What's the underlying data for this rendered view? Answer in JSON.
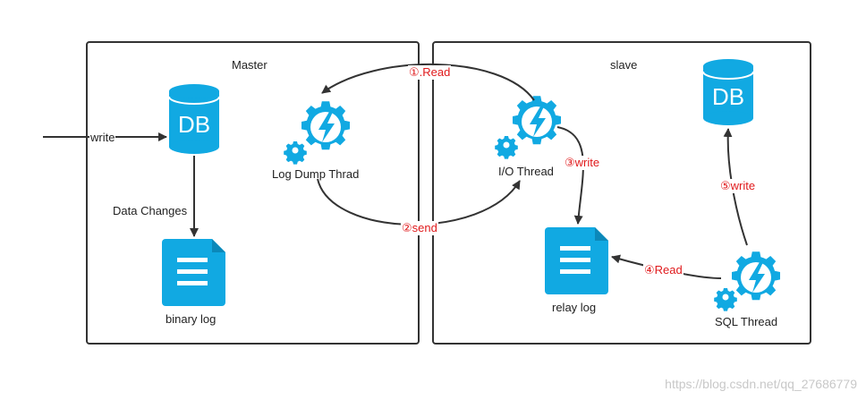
{
  "master": {
    "title": "Master"
  },
  "slave": {
    "title": "slave"
  },
  "db_text": "DB",
  "labels": {
    "write_in": "write",
    "data_changes": "Data Changes",
    "binary_log": "binary log",
    "log_dump": "Log Dump Thrad",
    "io_thread": "I/O Thread",
    "relay_log": "relay log",
    "sql_thread": "SQL Thread"
  },
  "steps": {
    "read1": "①.Read",
    "send2": "②send",
    "write3": "③write",
    "read4": "④Read",
    "write5": "⑤write"
  },
  "colors": {
    "icon": "#11a9e2",
    "arrow": "#333333",
    "step_text": "#e0191b",
    "border": "#333333"
  },
  "watermark": "https://blog.csdn.net/qq_27686779"
}
